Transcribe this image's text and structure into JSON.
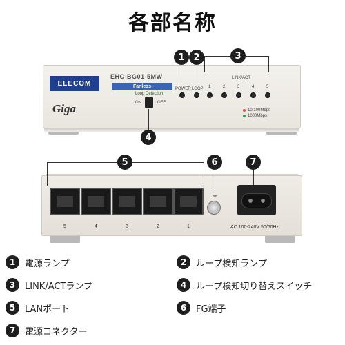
{
  "title": "各部名称",
  "device": {
    "brand": "ELECOM",
    "model": "EHC-BG01-5MW",
    "fanless": "Fanless",
    "giga": "Giga",
    "loop_detection": "Loop Detection",
    "switch_on": "ON",
    "switch_off": "OFF",
    "power_label": "POWER",
    "loop_label": "LOOP",
    "link_act_label": "LINK/ACT",
    "led_numbers": [
      "1",
      "2",
      "3",
      "4",
      "5"
    ],
    "speed_10_100": "10/100Mbps",
    "speed_1000": "1000Mbps",
    "port_numbers": [
      "5",
      "4",
      "3",
      "2",
      "1"
    ],
    "ac_label": "AC 100-240V  50/60Hz",
    "ground_symbol": "⏚"
  },
  "badges": [
    "1",
    "2",
    "3",
    "4",
    "5",
    "6",
    "7"
  ],
  "legend": [
    {
      "num": "1",
      "label": "電源ランプ"
    },
    {
      "num": "2",
      "label": "ループ検知ランプ"
    },
    {
      "num": "3",
      "label": "LINK/ACTランプ"
    },
    {
      "num": "4",
      "label": "ループ検知切り替えスイッチ"
    },
    {
      "num": "5",
      "label": "LANポート"
    },
    {
      "num": "6",
      "label": "FG端子"
    },
    {
      "num": "7",
      "label": "電源コネクター"
    }
  ],
  "colors": {
    "brand": "#1f3f8f",
    "led_red": "#d9534f",
    "led_green": "#2e9e4f"
  }
}
